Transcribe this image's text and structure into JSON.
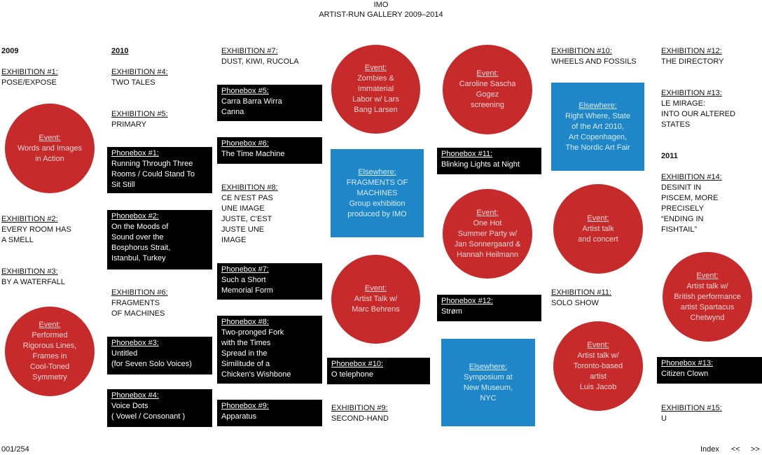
{
  "header": {
    "line1": "IMO",
    "line2": "ARTIST-RUN GALLERY 2009–2014"
  },
  "years": {
    "y2009": "2009",
    "y2010": "2010",
    "y2011": "2011"
  },
  "items": {
    "e1": {
      "label": "EXHIBITION #1:",
      "title": "POSE/EXPOSE"
    },
    "e2": {
      "label": "EXHIBITION #2:",
      "title": "EVERY ROOM HAS\nA SMELL"
    },
    "e3": {
      "label": "EXHIBITION #3:",
      "title": "BY A WATERFALL"
    },
    "e4": {
      "label": "EXHIBITION #4:",
      "title": "TWO TALES"
    },
    "e5": {
      "label": "EXHIBITION #5:",
      "title": "PRIMARY"
    },
    "e6": {
      "label": "EXHIBITION #6:",
      "title": "FRAGMENTS\nOF MACHINES"
    },
    "e7": {
      "label": "EXHIBITION #7:",
      "title": "DUST, KIWI, RUCOLA"
    },
    "e8": {
      "label": "EXHIBITION #8:",
      "title": "CE N'EST PAS\nUNE IMAGE\nJUSTE, C'EST\nJUSTE UNE\nIMAGE"
    },
    "e9": {
      "label": "EXHIBITION #9:",
      "title": "SECOND-HAND"
    },
    "e10": {
      "label": "EXHIBITION #10:",
      "title": "WHEELS AND FOSSILS"
    },
    "e11": {
      "label": "EXHIBITION #11:",
      "title": "SOLO SHOW"
    },
    "e12": {
      "label": "EXHIBITION #12:",
      "title": "THE DIRECTORY"
    },
    "e13": {
      "label": "EXHIBITION #13:",
      "title": "LE MIRAGE:\nINTO OUR ALTERED\nSTATES"
    },
    "e14": {
      "label": "EXHIBITION #14:",
      "title": "DESINIT IN\nPISCEM, MORE\nPRECISELY\n“ENDING IN\nFISHTAIL”"
    },
    "e15": {
      "label": "EXHIBITION #15:",
      "title": "U"
    },
    "p1": {
      "label": "Phonebox #1:",
      "title": "Running Through Three\nRooms / Could Stand To\nSit Still"
    },
    "p2": {
      "label": "Phonebox #2:",
      "title": "On the Moods of\nSound over the\nBosphorus Strait,\nIstanbul, Turkey"
    },
    "p3": {
      "label": "Phonebox #3:",
      "title": "Untitled\n(for Seven Solo Voices)"
    },
    "p4": {
      "label": "Phonebox #4:",
      "title": "Voice Dots\n( Vowel / Consonant )"
    },
    "p5": {
      "label": "Phonebox #5:",
      "title": "Carra Barra Wirra\nCanna"
    },
    "p6": {
      "label": "Phonebox #6:",
      "title": "The Time Machine"
    },
    "p7": {
      "label": "Phonebox #7:",
      "title": "Such a Short\nMemorial Form"
    },
    "p8": {
      "label": "Phonebox #8:",
      "title": "Two-pronged Fork\nwith the Times\nSpread in the\nSimilitude of a\nChicken's Wishbone"
    },
    "p9": {
      "label": "Phonebox #9:",
      "title": "Apparatus"
    },
    "p10": {
      "label": "Phonebox #10:",
      "title": "O telephone"
    },
    "p11": {
      "label": "Phonebox #11:",
      "title": "Blinking Lights at Night"
    },
    "p12": {
      "label": "Phonebox #12:",
      "title": "Strøm"
    },
    "p13": {
      "label": "Phonebox #13:",
      "title": "Citizen Clown"
    },
    "c1": {
      "label": "Event:",
      "title": "Words and Images\nin Action"
    },
    "c2": {
      "label": "Event:",
      "title": "Performed\nRigorous Lines,\nFrames in\nCool-Toned\nSymmetry"
    },
    "c3": {
      "label": "Event:",
      "title": "Zombies &\nImmaterial\nLabor w/ Lars\nBang Larsen"
    },
    "c4": {
      "label": "Event:",
      "title": "Artist Talk w/\nMarc Behrens"
    },
    "c5": {
      "label": "Event:",
      "title": "Caroline Sascha\nGogez\nscreening"
    },
    "c6": {
      "label": "Event:",
      "title": "One Hot\nSummer Party w/\nJan Sonnergaard &\nHannah Heilmann"
    },
    "c7": {
      "label": "Event:",
      "title": "Artist talk\nand concert"
    },
    "c8": {
      "label": "Event:",
      "title": "Artist talk w/\nToronto-based\nartist\nLuis Jacob"
    },
    "c9": {
      "label": "Event:",
      "title": "Artist talk w/\nBritish performance\nartist Spartacus\nChetwynd"
    },
    "s1": {
      "label": "Elsewhere:",
      "title": "FRAGMENTS OF\nMACHINES\nGroup exhibition\nproduced by IMO"
    },
    "s2": {
      "label": "Elsewhere:",
      "title": "Symposium at\nNew Museum,\nNYC"
    },
    "s3": {
      "label": "Elsewhere:",
      "title": "Right Where, State\nof the Art 2010,\nArt Copenhagen,\nThe Nordic Art Fair"
    }
  },
  "colors": {
    "event": "#c62a2a",
    "elsewhere": "#1f86c8",
    "phonebox": "#000000"
  },
  "footer": {
    "page": "001/254",
    "index": "Index",
    "prev": "<<",
    "next": ">>"
  }
}
